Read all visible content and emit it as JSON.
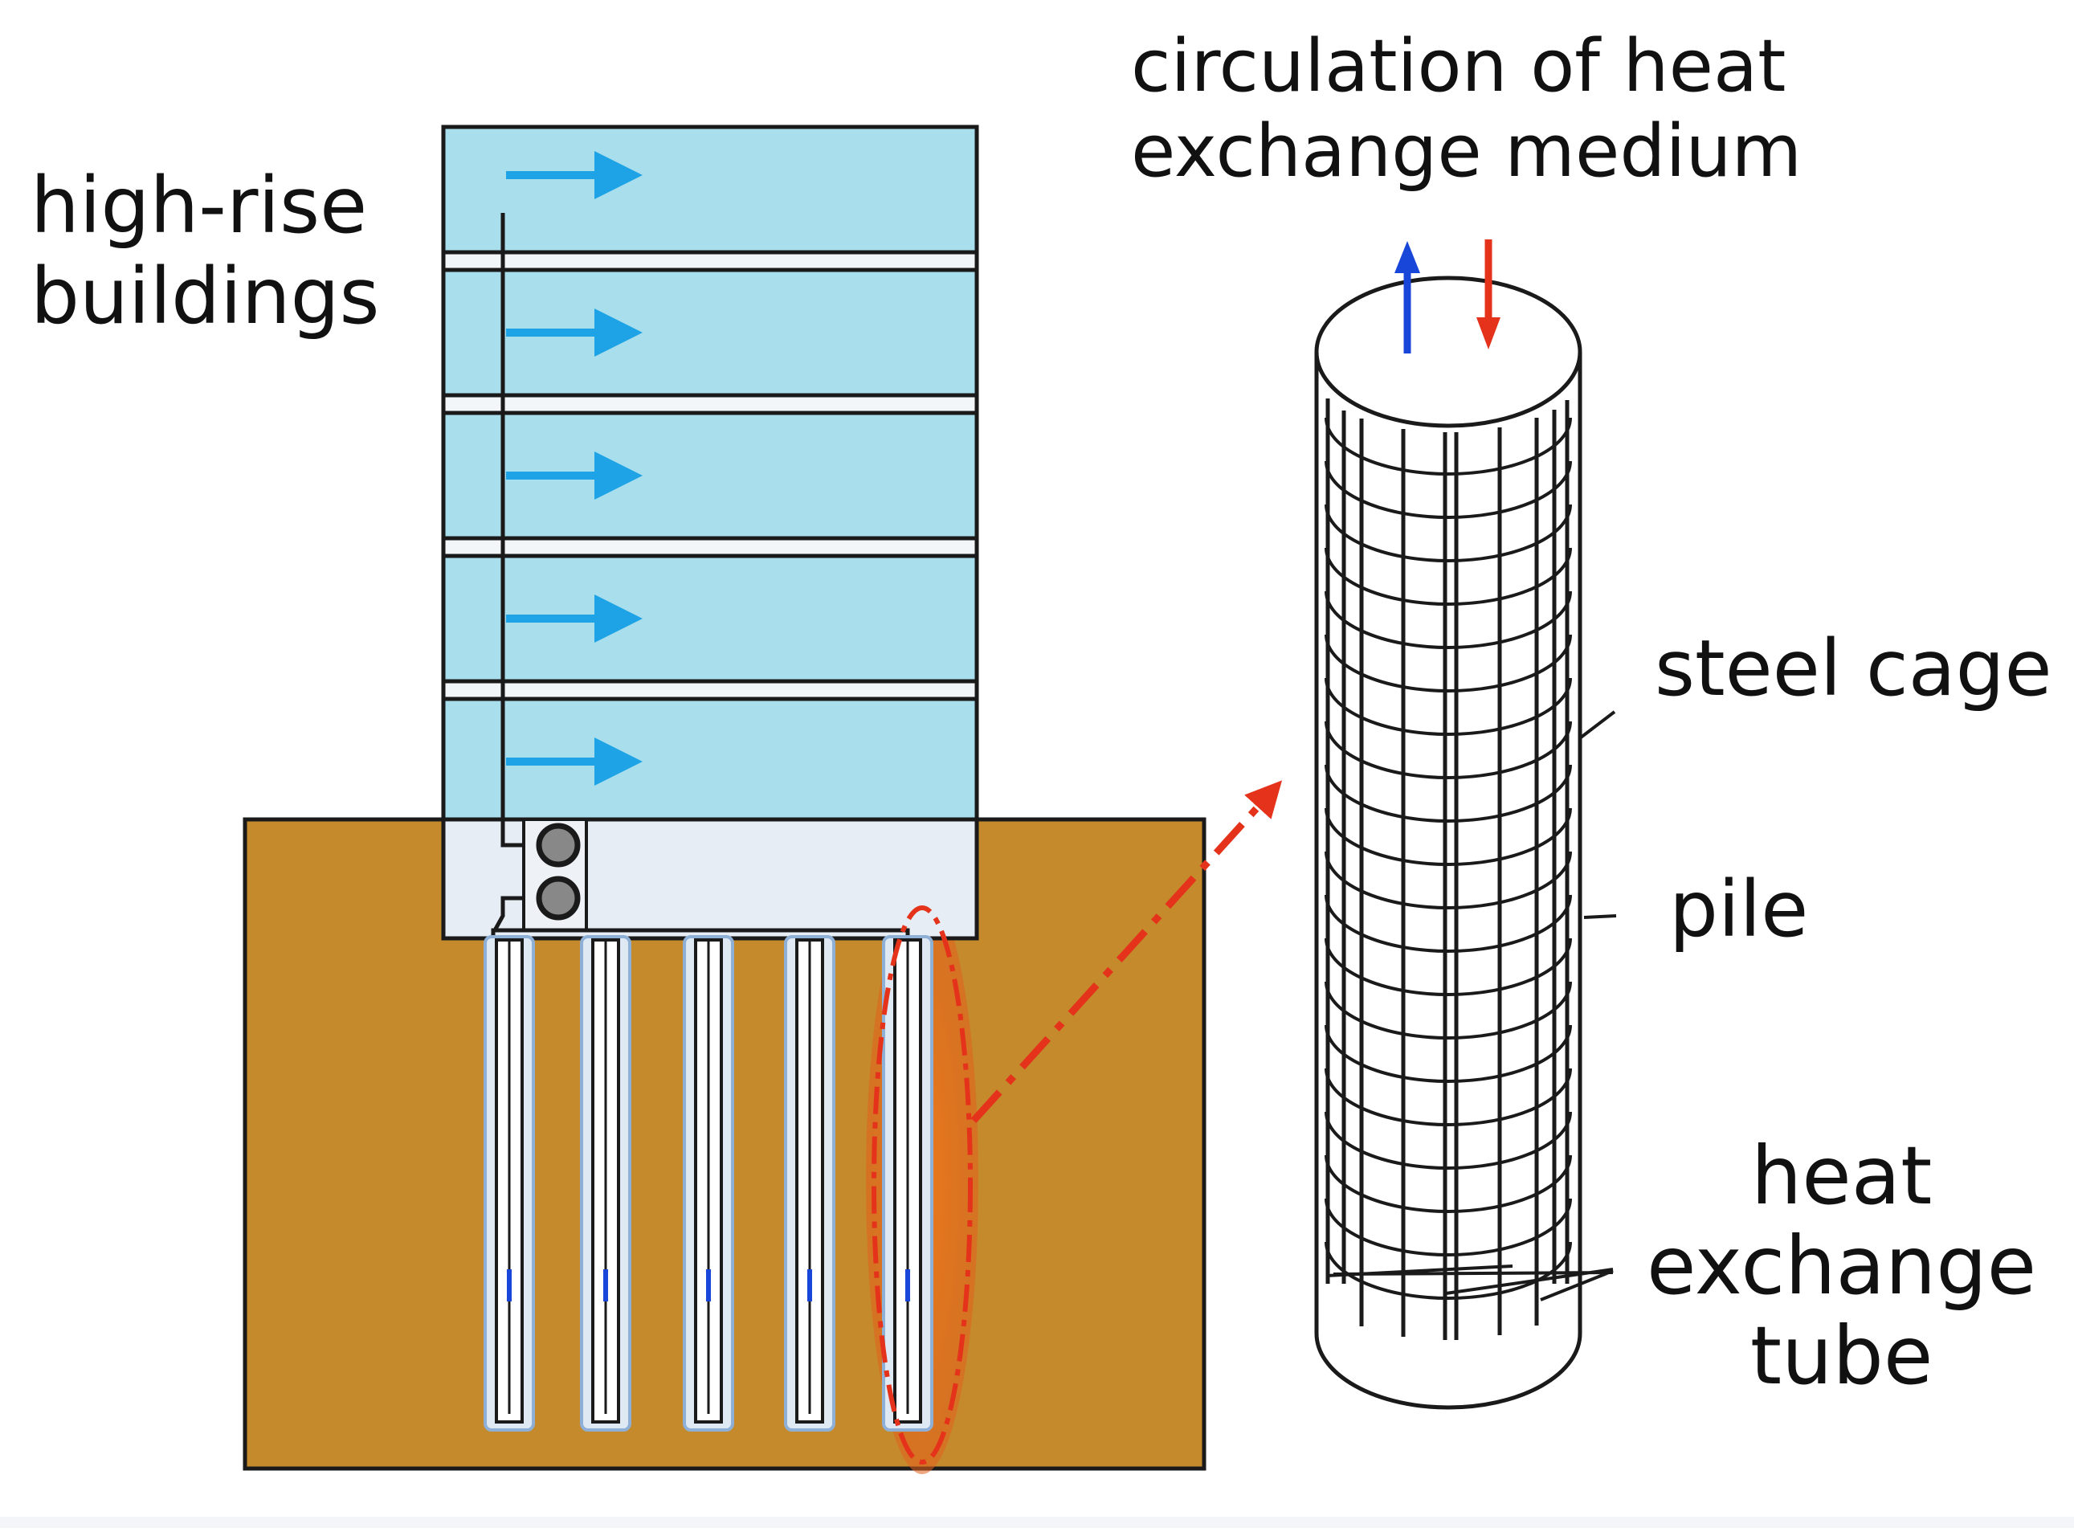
{
  "labels": {
    "building_line1": "high-rise",
    "building_line2": "buildings",
    "circulation_line1": "circulation of heat",
    "circulation_line2": "exchange medium",
    "steel_cage": "steel cage",
    "pile": "pile",
    "tube_line1": "heat",
    "tube_line2": "exchange",
    "tube_line3": "tube"
  },
  "colors": {
    "building_fill": "#a9dfec",
    "soil": "#c48a2c",
    "basement": "#e6edf4",
    "flow_arrow": "#1ea4e6",
    "highlight": "#e5331b",
    "inflow": "#1846d8",
    "outflow": "#e5331b",
    "outline": "#1a1a1a"
  },
  "diagram": {
    "floor_count": 5,
    "pile_count": 5,
    "highlighted_pile": 5
  }
}
